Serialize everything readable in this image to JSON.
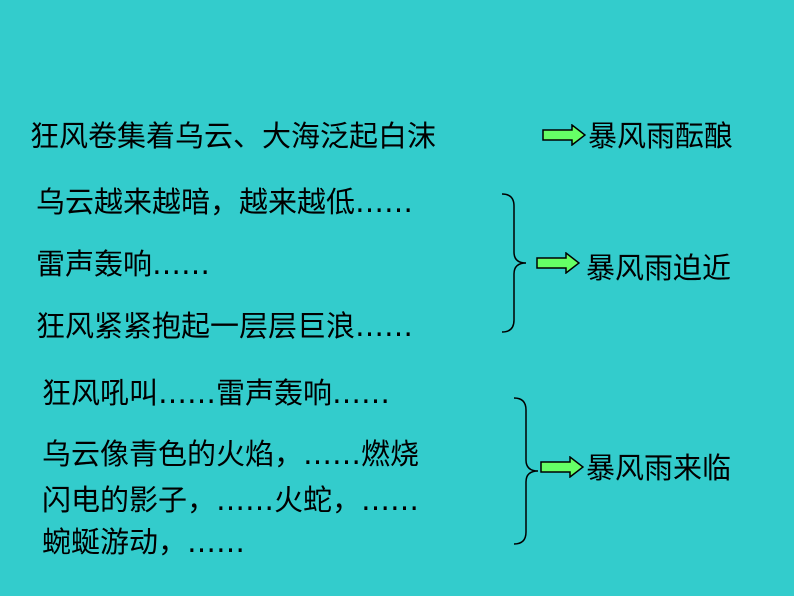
{
  "slide": {
    "colors": {
      "background": "#33CCCC",
      "arrow_fill": "#66FF66",
      "arrow_stroke": "#000000"
    },
    "row1": {
      "text": "狂风卷集着乌云、大海泛起白沫",
      "result": "暴风雨酝酿"
    },
    "group2": {
      "lines": [
        "乌云越来越暗，越来越低……",
        "雷声轰响……",
        "狂风紧紧抱起一层层巨浪……"
      ],
      "result": "暴风雨迫近"
    },
    "group3": {
      "lines": [
        "狂风吼叫……雷声轰响……",
        "乌云像青色的火焰，……燃烧",
        "闪电的影子，……火蛇，……",
        "蜿蜒游动，……"
      ],
      "result": "暴风雨来临"
    },
    "icons": {
      "arrow": "right-arrow-icon",
      "brace": "right-brace-icon"
    }
  }
}
